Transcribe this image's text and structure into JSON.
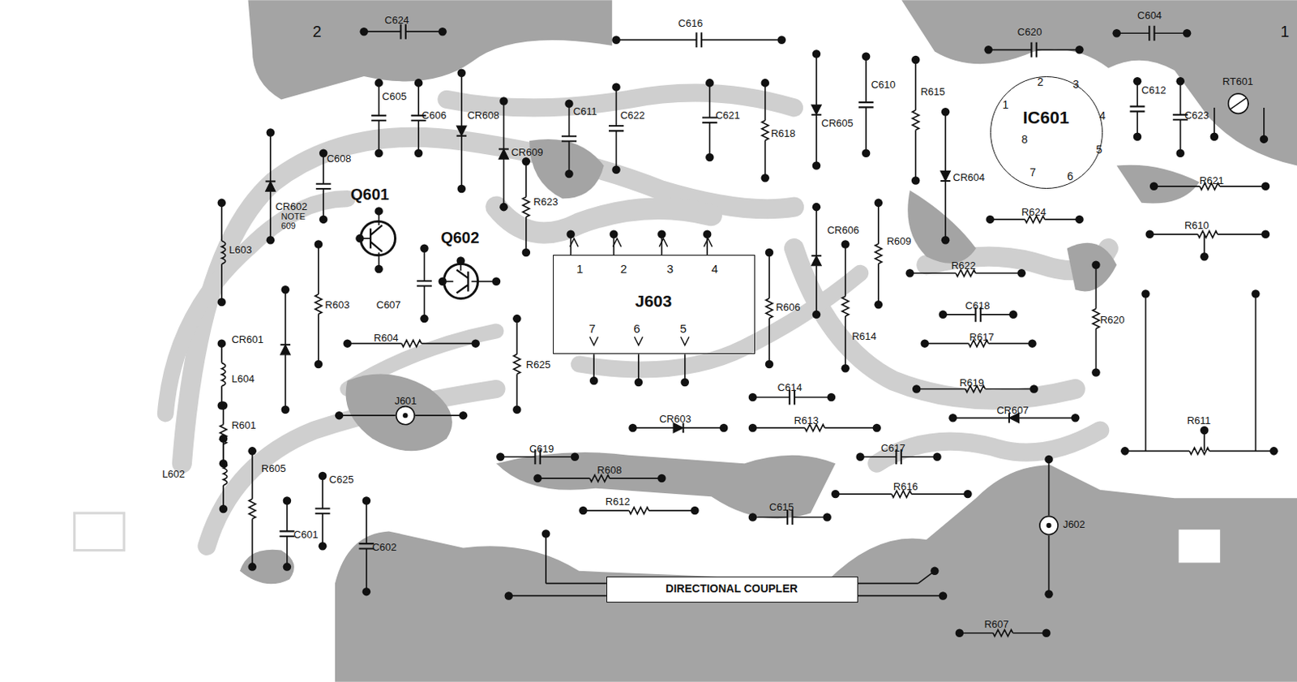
{
  "diagram": {
    "nodes": [
      {
        "text": [
          "Q601"
        ]
      },
      {
        "text": [
          "Q602"
        ]
      },
      {
        "text": [
          "J603"
        ]
      },
      {
        "text": [
          "IC601"
        ]
      },
      {
        "text": [
          "DIRECTIONAL COUPLER"
        ]
      }
    ],
    "labels": [
      "2",
      "1",
      "C624",
      "C616",
      "C620",
      "C604",
      "C605",
      "C606",
      "CR608",
      "C611",
      "C622",
      "C621",
      "R618",
      "CR605",
      "C610",
      "R615",
      "C612",
      "C623",
      "RT601",
      "C608",
      "CR609",
      "CR604",
      "R621",
      "CR602",
      "NOTE 609",
      "L603",
      "R623",
      "R624",
      "R610",
      "CR606",
      "R609",
      "R622",
      "C607",
      "C618",
      "R620",
      "R603",
      "R606",
      "R614",
      "R617",
      "R604",
      "CR601",
      "L604",
      "R625",
      "C614",
      "R619",
      "CR607",
      "J601",
      "CR603",
      "R613",
      "R611",
      "R601",
      "C617",
      "C619",
      "R608",
      "R616",
      "L602",
      "R605",
      "C625",
      "R612",
      "C615",
      "J602",
      "C601",
      "C602",
      "R607",
      "1",
      "2",
      "3",
      "4",
      "7",
      "6",
      "5",
      "1",
      "2",
      "3",
      "4",
      "5",
      "6",
      "7",
      "8"
    ]
  }
}
